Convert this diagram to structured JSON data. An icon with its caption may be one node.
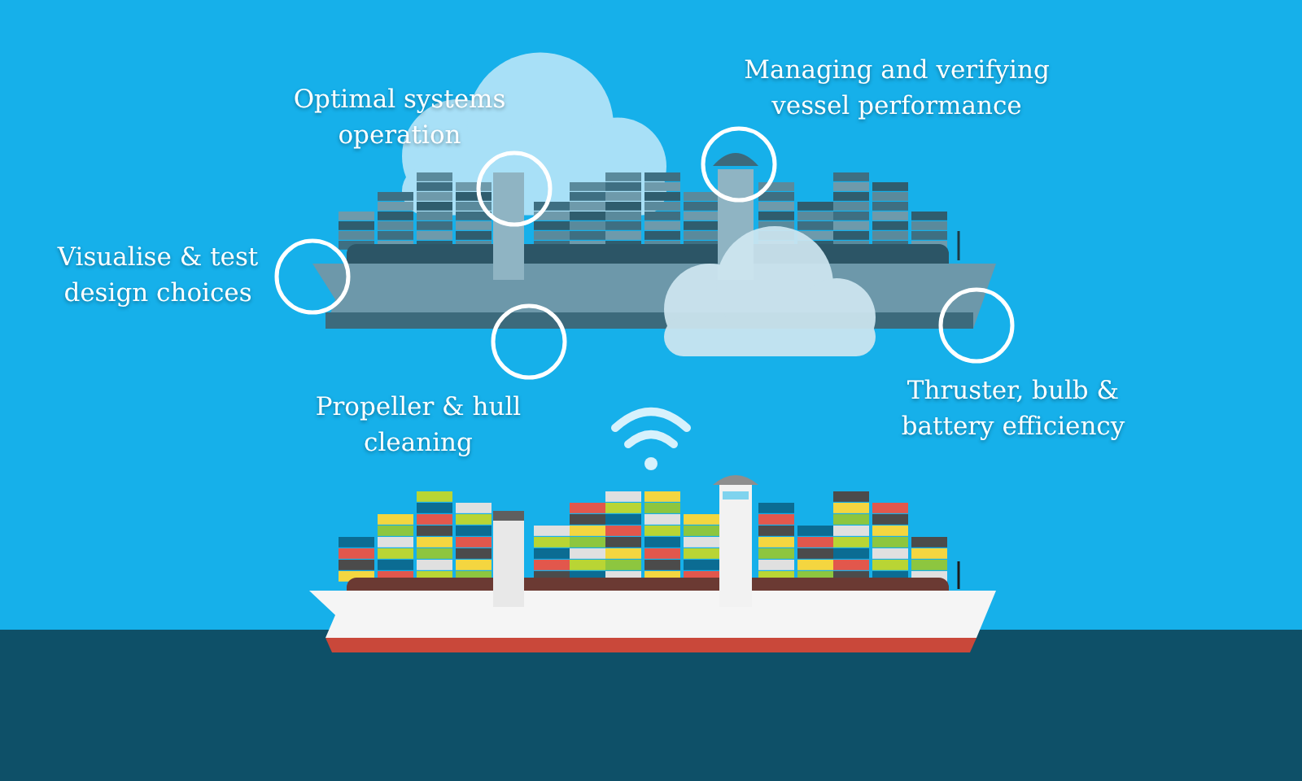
{
  "diagram": {
    "labels": [
      "Managing and verifying vessel performance",
      "Optimal systems operation",
      "Visualise & test design choices",
      "Propeller & hull cleaning",
      "Thruster, bulb & battery efficiency"
    ]
  }
}
